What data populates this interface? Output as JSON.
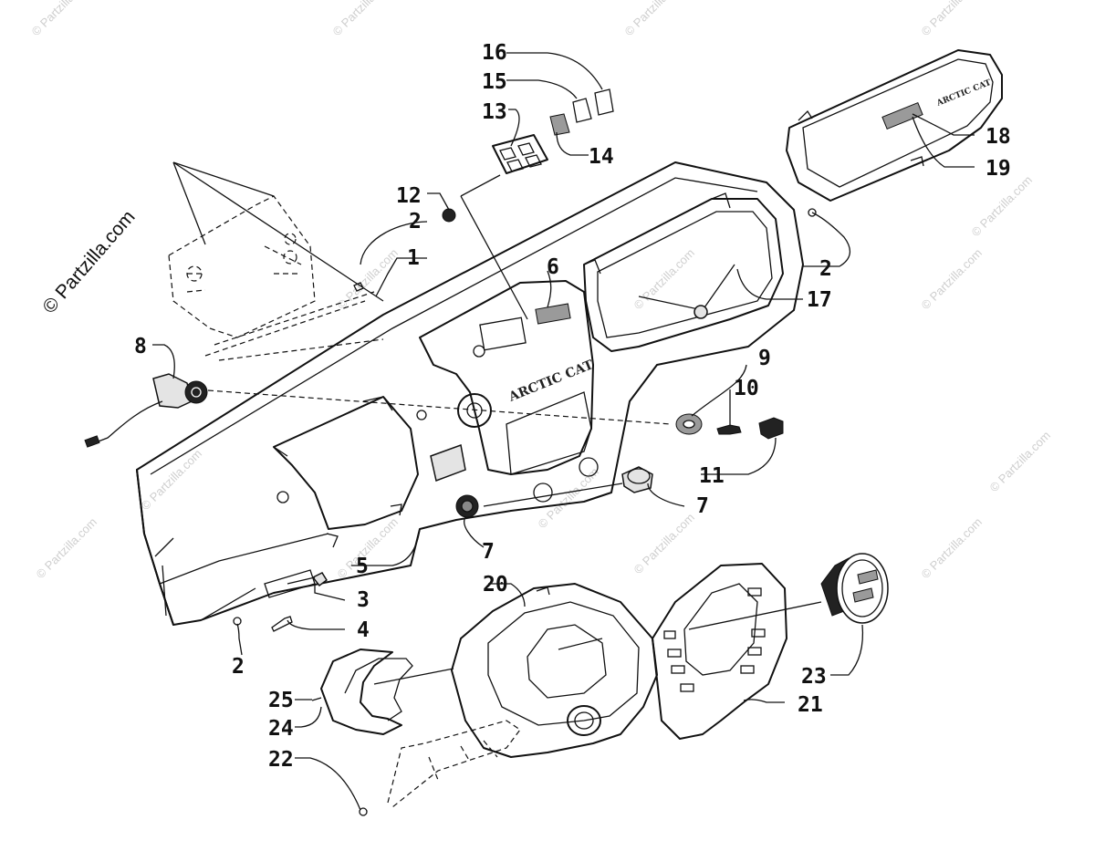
{
  "credit": "© Partzilla.com",
  "watermark": "© Partzilla.com",
  "brand_labels": {
    "dash_logo": "ARCTIC CAT",
    "panel_logo": "ARCTIC CAT"
  },
  "callouts": {
    "c1": "1",
    "c2a": "2",
    "c2b": "2",
    "c2c": "2",
    "c3": "3",
    "c4": "4",
    "c5": "5",
    "c6": "6",
    "c7a": "7",
    "c7b": "7",
    "c8": "8",
    "c9": "9",
    "c10": "10",
    "c11": "11",
    "c12": "12",
    "c13": "13",
    "c14": "14",
    "c15": "15",
    "c16": "16",
    "c17": "17",
    "c18": "18",
    "c19": "19",
    "c20": "20",
    "c21": "21",
    "c22": "22",
    "c23": "23",
    "c24": "24",
    "c25": "25"
  }
}
